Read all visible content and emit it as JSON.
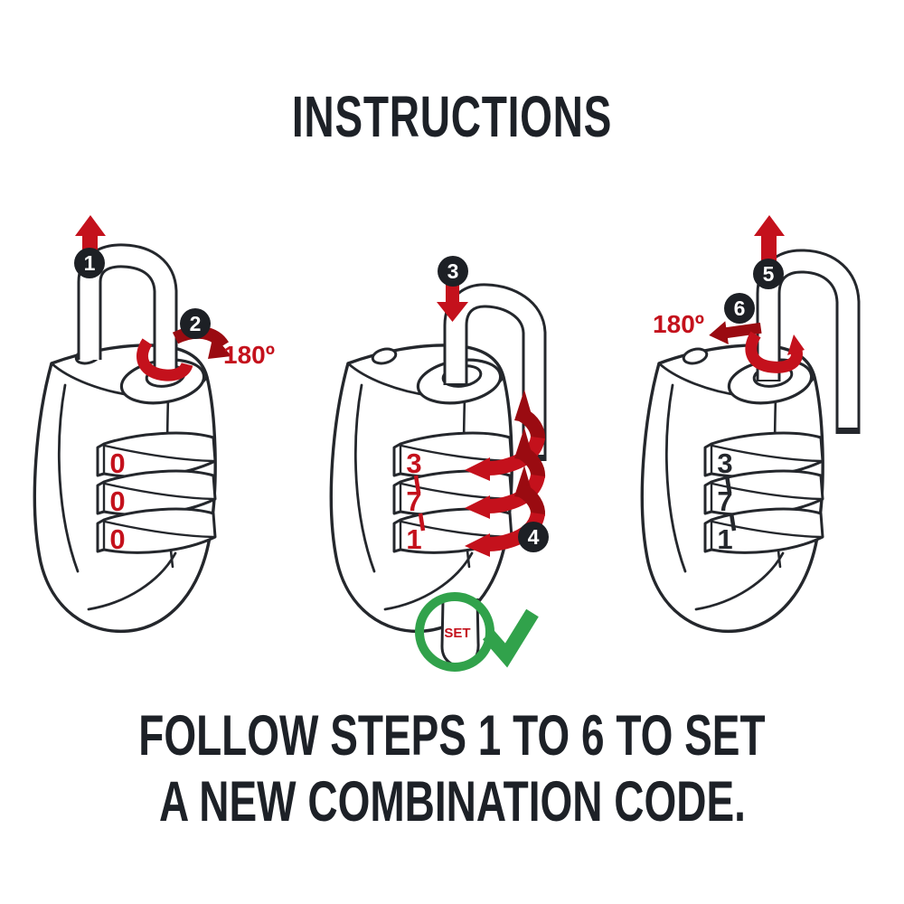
{
  "title": "INSTRUCTIONS",
  "caption": {
    "line1": "FOLLOW STEPS 1 TO 6 TO SET",
    "line2": "A NEW COMBINATION CODE."
  },
  "colors": {
    "background": "#ffffff",
    "outline_ink": "#24272c",
    "accent_red": "#c4111c",
    "accent_dark_red": "#9a0b11",
    "accent_green": "#31a24b",
    "badge_black": "#1d2025",
    "text_dark": "#1d2127"
  },
  "icons": [
    "pull-up-arrow-icon",
    "rotate-180-arrow-icon",
    "push-down-arrow-icon",
    "rotate-dial-arrow-icon",
    "rotate-shackle-arrow-icon",
    "checkmark-icon",
    "step-number-badge"
  ],
  "locks": [
    {
      "name": "step-1-2-lock",
      "digits": [
        "0",
        "0",
        "0"
      ],
      "badges": [
        "1",
        "2"
      ],
      "rotation_label": "180º"
    },
    {
      "name": "step-3-4-lock",
      "digits": [
        "3",
        "7",
        "1"
      ],
      "badges": [
        "3",
        "4"
      ],
      "set_button_label": "SET"
    },
    {
      "name": "step-5-6-lock",
      "digits": [
        "3",
        "7",
        "1"
      ],
      "badges": [
        "5",
        "6"
      ],
      "rotation_label": "180º"
    }
  ]
}
